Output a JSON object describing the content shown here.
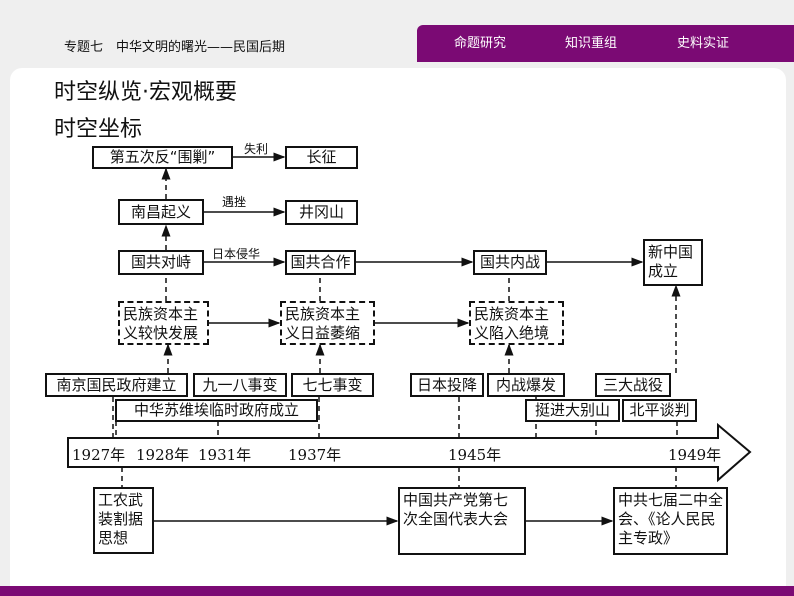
{
  "header": {
    "title": "专题七　中华文明的曙光——民国后期",
    "tabs": [
      "命题研究",
      "知识重组",
      "史料实证"
    ]
  },
  "headings": {
    "main": "时空纵览·宏观概要",
    "sub": "时空坐标"
  },
  "diagram": {
    "boxes": {
      "fifth_campaign": "第五次反“围剿”",
      "long_march": "长征",
      "nanchang": "南昌起义",
      "jinggangshan": "井冈山",
      "confrontation": "国共对峙",
      "cooperation": "国共合作",
      "civil_war": "国共内战",
      "new_china": "新中国成立",
      "cap1": "民族资本主义较快发展",
      "cap2": "民族资本主义日益萎缩",
      "cap3": "民族资本主义陷入绝境",
      "nanjing": "南京国民政府建立",
      "sept18": "九一八事变",
      "july7": "七七事变",
      "soviet": "中华苏维埃临时政府成立",
      "surrender": "日本投降",
      "war_outbreak": "内战爆发",
      "three_campaigns": "三大战役",
      "dabieshan": "挺进大别山",
      "beiping": "北平谈判",
      "armed_separation": "工农武装割据思想",
      "seventh_congress": "中国共产党第七次全国代表大会",
      "second_plenum": "中共七届二中全会、《论人民民主专政》"
    },
    "arrow_labels": {
      "failure": "失利",
      "setback": "遇挫",
      "invasion": "日本侵华"
    },
    "years": [
      "1927年",
      "1928年",
      "1931年",
      "1937年",
      "1945年",
      "1949年"
    ]
  }
}
